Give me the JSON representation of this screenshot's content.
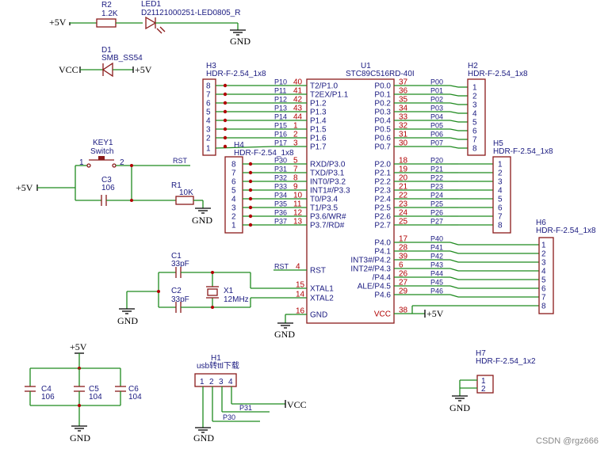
{
  "power": {
    "p5v": "+5V",
    "vcc": "VCC",
    "gnd": "GND"
  },
  "components": {
    "r2": {
      "ref": "R2",
      "value": "1.2K"
    },
    "led1": {
      "ref": "LED1",
      "value": "D21121000251-LED0805_R"
    },
    "d1": {
      "ref": "D1",
      "value": "SMB_SS54"
    },
    "key1": {
      "ref": "KEY1",
      "value": "Switch"
    },
    "c3": {
      "ref": "C3",
      "value": "106"
    },
    "r1": {
      "ref": "R1",
      "value": "10K"
    },
    "c1": {
      "ref": "C1",
      "value": "33pF"
    },
    "c2": {
      "ref": "C2",
      "value": "33pF"
    },
    "x1": {
      "ref": "X1",
      "value": "12MHz"
    },
    "c4": {
      "ref": "C4",
      "value": "106"
    },
    "c5": {
      "ref": "C5",
      "value": "104"
    },
    "c6": {
      "ref": "C6",
      "value": "104"
    },
    "u1": {
      "ref": "U1",
      "value": "STC89C516RD-40I"
    },
    "h1": {
      "ref": "H1",
      "value": "usb转ttl下载"
    },
    "h2": {
      "ref": "H2",
      "value": "HDR-F-2.54_1x8"
    },
    "h3": {
      "ref": "H3",
      "value": "HDR-F-2.54_1x8"
    },
    "h4": {
      "ref": "H4",
      "value": "HDR-F-2.54_1x8"
    },
    "h5": {
      "ref": "H5",
      "value": "HDR-F-2.54_1x8"
    },
    "h6": {
      "ref": "H6",
      "value": "HDR-F-2.54_1x8"
    },
    "h7": {
      "ref": "H7",
      "value": "HDR-F-2.54_1x2"
    }
  },
  "key_pins": [
    "1",
    "2"
  ],
  "u1_left_p1": [
    {
      "num": "40",
      "name": "T2/P1.0",
      "net": "P10"
    },
    {
      "num": "41",
      "name": "T2EX/P1.1",
      "net": "P11"
    },
    {
      "num": "42",
      "name": "P1.2",
      "net": "P12"
    },
    {
      "num": "43",
      "name": "P1.3",
      "net": "P13"
    },
    {
      "num": "44",
      "name": "P1.4",
      "net": "P14"
    },
    {
      "num": "1",
      "name": "P1.5",
      "net": "P15"
    },
    {
      "num": "2",
      "name": "P1.6",
      "net": "P16"
    },
    {
      "num": "3",
      "name": "P1.7",
      "net": "P17"
    }
  ],
  "u1_left_p3": [
    {
      "num": "5",
      "name": "RXD/P3.0",
      "net": "P30"
    },
    {
      "num": "7",
      "name": "TXD/P3.1",
      "net": "P31"
    },
    {
      "num": "8",
      "name": "INT0/P3.2",
      "net": "P32"
    },
    {
      "num": "9",
      "name": "INT1#/P3.3",
      "net": "P33"
    },
    {
      "num": "10",
      "name": "T0/P3.4",
      "net": "P34"
    },
    {
      "num": "11",
      "name": "T1/P3.5",
      "net": "P35"
    },
    {
      "num": "12",
      "name": "P3.6/WR#",
      "net": "P36"
    },
    {
      "num": "13",
      "name": "P3.7/RD#",
      "net": "P37"
    }
  ],
  "u1_left_misc": [
    {
      "num": "4",
      "name": "RST",
      "net": "RST"
    },
    {
      "num": "15",
      "name": "XTAL1",
      "net": ""
    },
    {
      "num": "14",
      "name": "XTAL2",
      "net": ""
    },
    {
      "num": "16",
      "name": "GND",
      "net": ""
    }
  ],
  "u1_right_p0": [
    {
      "num": "37",
      "name": "P0.0",
      "net": "P00"
    },
    {
      "num": "36",
      "name": "P0.1",
      "net": "P01"
    },
    {
      "num": "35",
      "name": "P0.2",
      "net": "P02"
    },
    {
      "num": "34",
      "name": "P0.3",
      "net": "P03"
    },
    {
      "num": "33",
      "name": "P0.4",
      "net": "P04"
    },
    {
      "num": "32",
      "name": "P0.5",
      "net": "P05"
    },
    {
      "num": "31",
      "name": "P0.6",
      "net": "P06"
    },
    {
      "num": "30",
      "name": "P0.7",
      "net": "P07"
    }
  ],
  "u1_right_p2": [
    {
      "num": "18",
      "name": "P2.0",
      "net": "P20"
    },
    {
      "num": "19",
      "name": "P2.1",
      "net": "P21"
    },
    {
      "num": "20",
      "name": "P2.2",
      "net": "P22"
    },
    {
      "num": "21",
      "name": "P2.3",
      "net": "P23"
    },
    {
      "num": "22",
      "name": "P2.4",
      "net": "P24"
    },
    {
      "num": "23",
      "name": "P2.5",
      "net": "P25"
    },
    {
      "num": "24",
      "name": "P2.6",
      "net": "P26"
    },
    {
      "num": "25",
      "name": "P2.7",
      "net": "P27"
    }
  ],
  "u1_right_p4": [
    {
      "num": "17",
      "name": "P4.0",
      "net": "P40"
    },
    {
      "num": "28",
      "name": "P4.1",
      "net": "P41"
    },
    {
      "num": "39",
      "name": "INT3#/P4.2",
      "net": "P42"
    },
    {
      "num": "6",
      "name": "INT2#/P4.3",
      "net": "P43"
    },
    {
      "num": "26",
      "name": "/P4.4",
      "net": "P44"
    },
    {
      "num": "27",
      "name": "ALE/P4.5",
      "net": "P45"
    },
    {
      "num": "29",
      "name": "P4.6",
      "net": "P46"
    }
  ],
  "u1_vcc": {
    "num": "38",
    "name": "VCC"
  },
  "header_pins_8_down": [
    "1",
    "2",
    "3",
    "4",
    "5",
    "6",
    "7",
    "8"
  ],
  "header_pins_8_up": [
    "8",
    "7",
    "6",
    "5",
    "4",
    "3",
    "2",
    "1"
  ],
  "h1_pins": [
    "1",
    "2",
    "3",
    "4"
  ],
  "h7_pins": [
    "1",
    "2"
  ],
  "nets": {
    "rst": "RST",
    "p31": "P31",
    "p30": "P30"
  },
  "watermark": "CSDN @rgz666"
}
